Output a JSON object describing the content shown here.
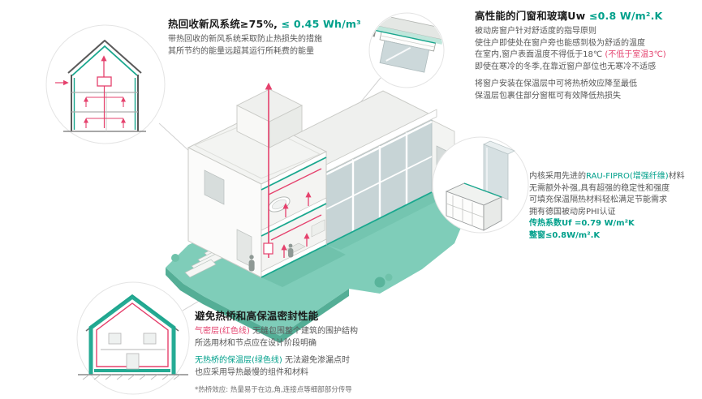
{
  "colors": {
    "accent_green": "#00A08B",
    "accent_red": "#E4426E",
    "platform_teal": "#7FCDB9"
  },
  "ventilation_callout": {
    "title_main": "热回收新风系统≥75%,",
    "title_accent": " ≤ 0.45 Wh/m³",
    "body_line1": "带热回收的新风系统采取防止热损失的措施",
    "body_line2": "其所节约的能量远超其运行所耗费的能量"
  },
  "window_callout": {
    "title_main": "高性能的门窗和玻璃Uw ",
    "title_accent": "≤0.8 W/m².K",
    "p1_line1": "被动房窗户针对舒适度的指导原则",
    "p1_line2": "使住户即使处在窗户旁也能感到极为舒适的温度",
    "p1_line3_pre": "在室内,窗户表面温度不得低于18℃ ",
    "p1_line3_accent": "(不低于室温3℃)",
    "p1_line4": "即使在寒冷的冬季,在靠近窗户部位也无寒冷不适感",
    "p2_line1": "将窗户安装在保温层中可将热桥效应降至最低",
    "p2_line2": "保温层包裹住部分窗框可有效降低热损失"
  },
  "profile_callout": {
    "line1_pre": "内核采用先进的",
    "line1_accent": "RAU-FIPRO(增强纤维)",
    "line1_post": "材料",
    "line2": "无需额外补强,具有超强的稳定性和强度",
    "line3": "可填充保温隔热材料轻松满足节能需求",
    "line4": "拥有德国被动房PHI认证",
    "line5": "传热系数Uf =0.79 W/m²K",
    "line6": "整窗≤0.8W/m².K"
  },
  "thermal_callout": {
    "title": "避免热桥和高保温密封性能",
    "airtight_label": "气密层(红色线)",
    "airtight_text": " 无缝包围整个建筑的围护结构",
    "line2": "所选用材和节点应在设计阶段明确",
    "insulation_label": "无热桥的保温层(绿色线)",
    "insulation_text": " 无法避免渗漏点时",
    "line4": "也应采用导热最慢的组件和材料",
    "footnote": "*热桥效应: 热量易于在边,角,连接点等细部部分传导"
  }
}
